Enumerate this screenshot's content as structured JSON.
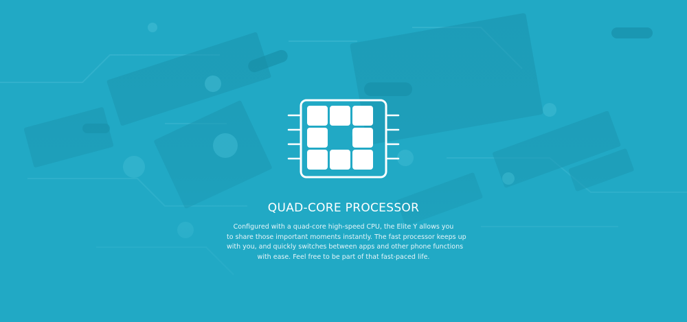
{
  "feature": {
    "title": "QUAD-CORE PROCESSOR",
    "description_lines": [
      "Configured with a quad-core high-speed CPU, the Elite Y allows you",
      "to share those important moments instantly. The fast processor keeps up",
      "with you, and quickly switches between apps and other phone functions",
      "with ease. Feel free to be part of that fast-paced life."
    ],
    "icon": "processor-chip-icon"
  },
  "colors": {
    "background": "#21a9c5",
    "text": "#ffffff"
  }
}
